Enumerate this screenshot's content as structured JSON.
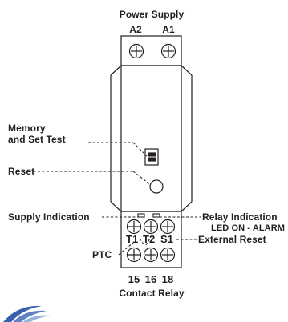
{
  "labels": {
    "power_supply": "Power Supply",
    "a2": "A2",
    "a1": "A1",
    "memory": "Memory",
    "set_test": "and Set Test",
    "reset": "Reset",
    "supply_indication": "Supply Indication",
    "relay_indication": "Relay Indication",
    "led_on_alarm": "LED ON - ALARM",
    "t1": "T1",
    "t2": "T2",
    "s1": "S1",
    "external_reset": "External Reset",
    "ptc": "PTC",
    "n15": "15",
    "n16": "16",
    "n18": "18",
    "contact_relay": "Contact Relay"
  },
  "colors": {
    "ink": "#231f20",
    "logo_blue": "#3a5fae"
  }
}
